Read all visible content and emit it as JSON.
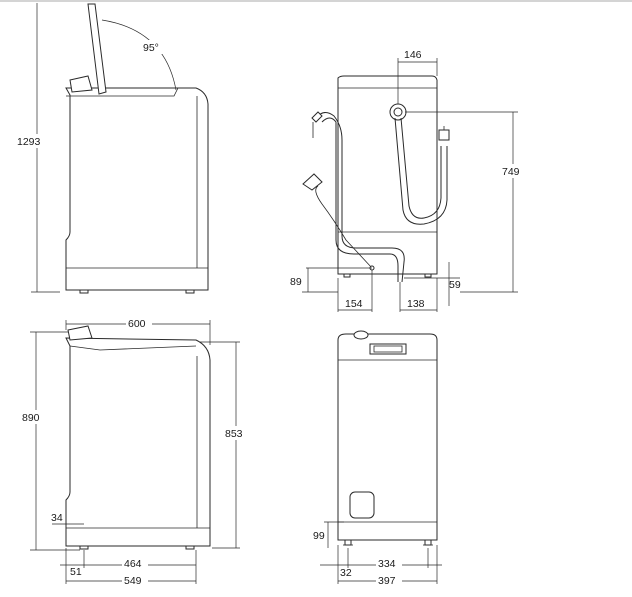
{
  "dimensions": {
    "lid_angle": "95°",
    "height_lid_open": "1293",
    "width_top": "146",
    "height_inlet": "749",
    "drain_height": "89",
    "cable_offset": "154",
    "drain_offset": "138",
    "inlet_bottom": "59",
    "depth_total": "600",
    "height_total": "890",
    "height_body": "853",
    "plinth_height": "34",
    "foot_offset": "51",
    "foot_span_depth": "464",
    "depth_body": "549",
    "foot_height": "99",
    "foot_span_width": "334",
    "foot_offset_side": "32",
    "width_body": "397"
  },
  "colors": {
    "line": "#2a2a2a",
    "background": "#ffffff"
  }
}
